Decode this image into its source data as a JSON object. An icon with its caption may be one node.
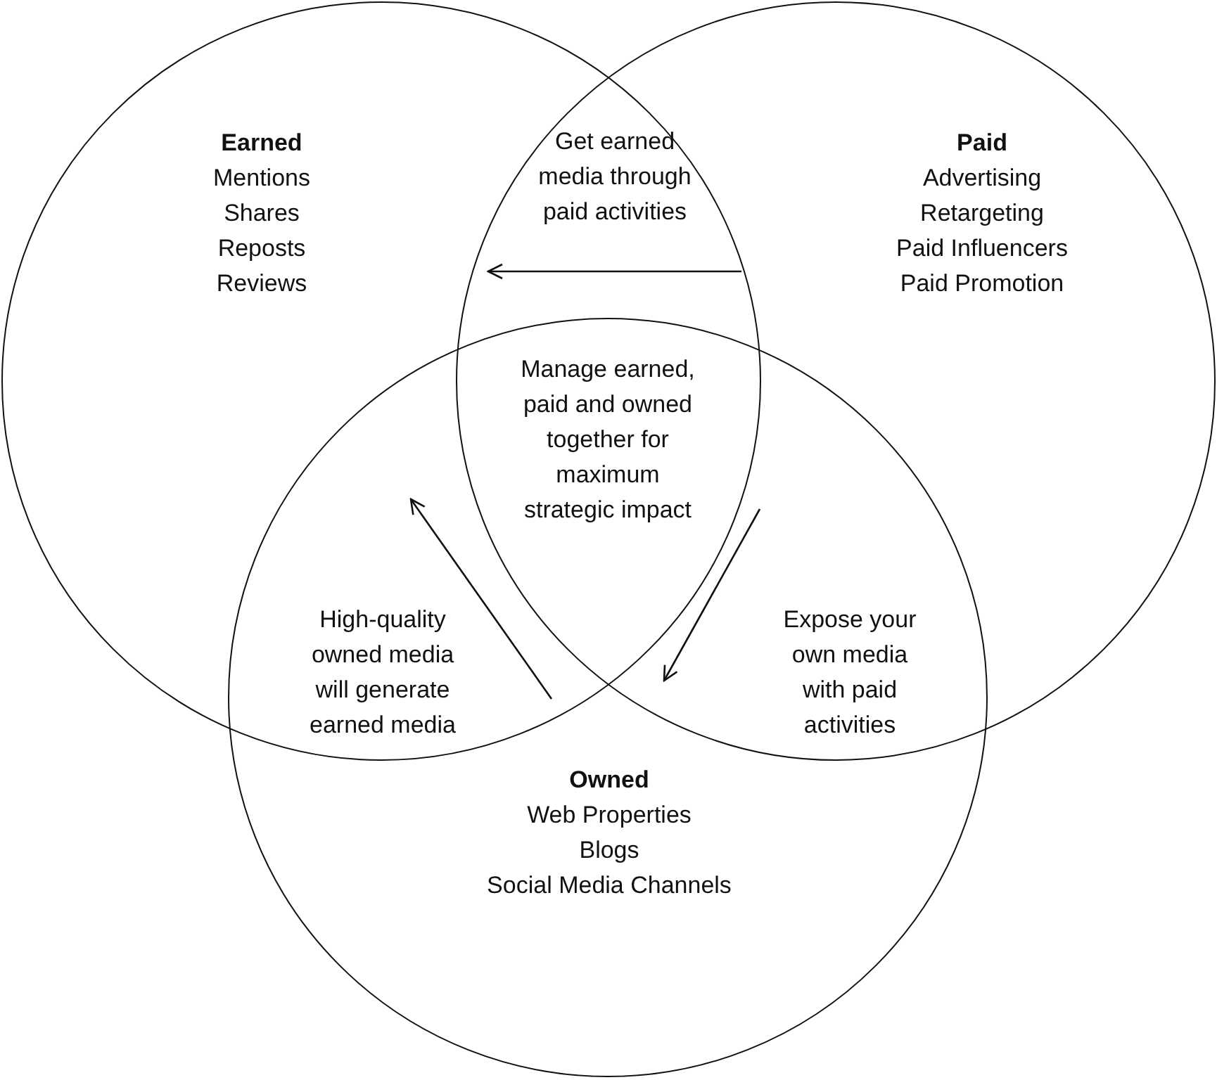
{
  "diagram": {
    "nodes": [
      {
        "text": [
          "Earned",
          "Mentions",
          "Shares",
          "Reposts",
          "Reviews"
        ]
      },
      {
        "text": [
          "Paid",
          "Advertising",
          "Retargeting",
          "Paid Influencers",
          "Paid Promotion"
        ]
      },
      {
        "text": [
          "Owned",
          "Web Properties",
          "Blogs",
          "Social Media Channels"
        ]
      }
    ],
    "labels": [
      "Get earned media through paid activities",
      "Manage earned, paid and owned together for maximum strategic impact",
      "High-quality owned media will generate earned media",
      "Expose your own media with paid activities"
    ]
  }
}
